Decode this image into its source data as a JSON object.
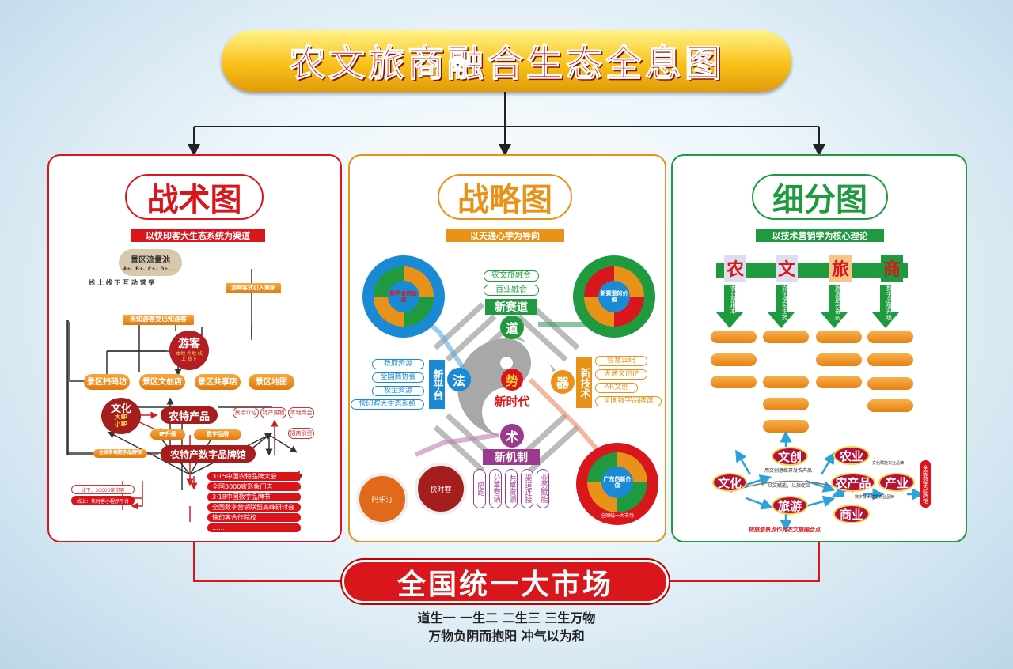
{
  "title": "农文旅商融合生态全息图",
  "bottom": {
    "market": "全国统一大市场",
    "motto1": "道生一 一生二 二生三 三生万物",
    "motto2": "万物负阴而抱阳 冲气以为和"
  },
  "tactics": {
    "heading": "战术图",
    "subtitle": "以快印客大生态系统为渠道",
    "pool": "景区流量池",
    "pool_levels": "A+、B+、C+、D+……",
    "online_offline": "线 上 线 下 互 动 营 销",
    "channel": "未知游客变已知游客",
    "merchant": "游购客式引入商家",
    "visitor": "游客",
    "visitor_sub": "本地 外地 线上 线下",
    "nodes": [
      "景区扫码坊",
      "景区文创店",
      "景区共享店",
      "景区地图"
    ],
    "culture": "文化",
    "big_ip": "大IP",
    "small_ip": "小IP",
    "products": "农特产品",
    "ip_up": "IP升级",
    "digital_brand": "数字品牌",
    "brand_hall": "农特产数字品牌馆",
    "map_items": [
      "景点介绍",
      "特产购物",
      "本地商会"
    ],
    "invest": "招商引资",
    "national_hall": "全国各地数字品牌馆",
    "offline": "线下：30000家印客",
    "online": "线上：快时客小程序平台",
    "events": [
      "3·15中国农特品牌大会",
      "全国3000家形象门店",
      "3·18中国数字品牌节",
      "全国数字营销联盟高峰研讨会",
      "快印客合作院校",
      "……"
    ]
  },
  "strategy": {
    "heading": "战略图",
    "subtitle": "以天通心学为导向",
    "dao": "道",
    "new_track": "新赛道",
    "track_items": [
      "农文旅融合",
      "百业融合"
    ],
    "fa": "法",
    "new_platform": "新平台",
    "platform_items": [
      "政府资源",
      "全国商协会",
      "校企资源",
      "快印客大生态系统"
    ],
    "qi": "器",
    "new_tech": "新技术",
    "tech_items": [
      "智慧云码",
      "天通文创IP",
      "AR文创",
      "全国数字品牌馆"
    ],
    "shi": "势",
    "new_era": "新时代",
    "shu": "术",
    "new_mech": "新机制",
    "mech_items": [
      "陪跑",
      "分享营销",
      "共享资源",
      "渠道连接",
      "业务赋能"
    ],
    "ring_platform": "新平台的价值",
    "ring_track": "新赛道的价值",
    "ring_market": "广东的新价值",
    "ring_market_bottom": "全国统一大市场",
    "cards": [
      "码乐汀",
      "快时客"
    ]
  },
  "segment": {
    "heading": "细分图",
    "subtitle": "以技术营销学为核心理论",
    "pillars": [
      "农",
      "文",
      "旅",
      "商"
    ],
    "pillar_notes": [
      "农业是根本",
      "文化是长生药",
      "旅游是兴奋剂",
      "数字品牌升级"
    ],
    "ovals": {
      "wenchuang": "文创",
      "wenhua": "文化",
      "lvyou": "旅游",
      "nongye": "农业",
      "nongchanpin": "农产品",
      "chanye": "产业",
      "shangye": "商业"
    },
    "bridge_top": "用文创思维开发农产品",
    "bridge_bottom": "以文赋能，以旅促文",
    "note_agri": "文化赋能农业品牌",
    "note_comm": "数字技术赋能农业品牌",
    "hall": "全国数字品牌馆",
    "tourism_note": "把旅游景点作为农文旅融合点"
  },
  "colors": {
    "red": "#d9161c",
    "orange": "#e8921a",
    "green": "#1f9a3e",
    "blue": "#1a8ad4",
    "purple": "#9b3a8e"
  }
}
